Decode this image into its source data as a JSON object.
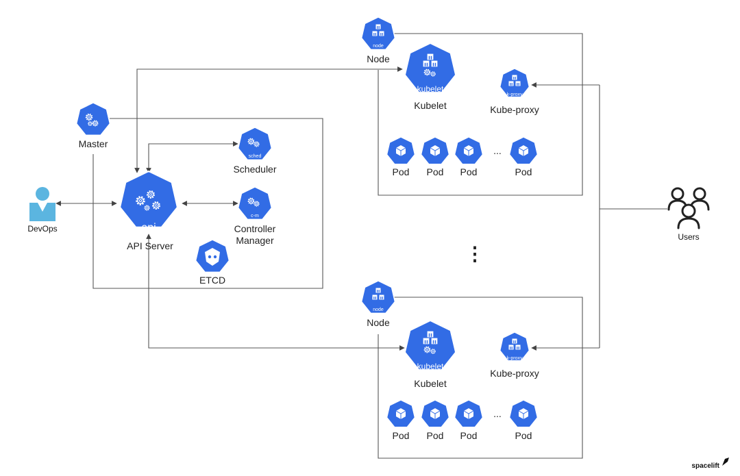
{
  "labels": {
    "master": "Master",
    "api_badge": "api",
    "api_server": "API Server",
    "scheduler": "Scheduler",
    "sched_badge": "sched",
    "controller_manager_line1": "Controller",
    "controller_manager_line2": "Manager",
    "cm_badge": "c-m",
    "etcd": "ETCD",
    "devops": "DevOps",
    "users": "Users",
    "ellipsis": "⋮",
    "brand": "spacelift"
  },
  "nodes": [
    {
      "node_label": "Node",
      "node_badge": "node",
      "kubelet_badge": "kubelet",
      "kubelet_label": "Kubelet",
      "kube_proxy_badge": "k-proxy",
      "kube_proxy_label": "Kube-proxy",
      "pods": [
        "Pod",
        "Pod",
        "Pod",
        "Pod"
      ],
      "pod_ellipsis": "..."
    },
    {
      "node_label": "Node",
      "node_badge": "node",
      "kubelet_badge": "kubelet",
      "kubelet_label": "Kubelet",
      "kube_proxy_badge": "k-proxy",
      "kube_proxy_label": "Kube-proxy",
      "pods": [
        "Pod",
        "Pod",
        "Pod",
        "Pod"
      ],
      "pod_ellipsis": "..."
    }
  ],
  "colors": {
    "k8s_blue": "#326ce5",
    "devops_blue": "#5bb5e0",
    "line": "#555555",
    "text": "#222222"
  }
}
